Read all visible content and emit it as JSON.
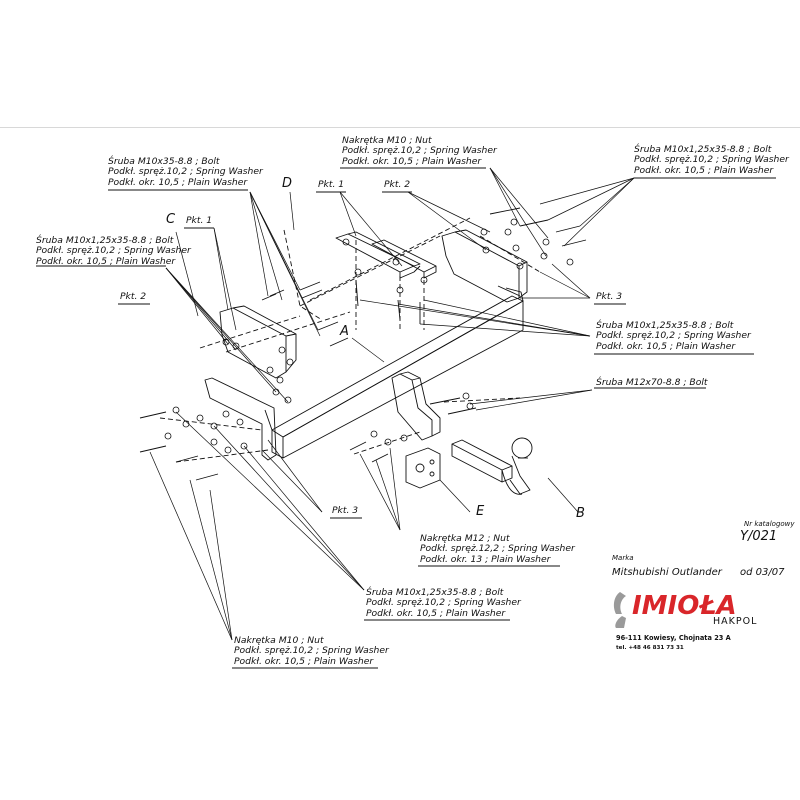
{
  "callouts": {
    "nut_top": [
      "Nakrętka  M10 ; Nut",
      "Podkł. spręż.10,2 ; Spring Washer",
      "Podkł. okr. 10,5 ; Plain Washer"
    ],
    "bolt_topright": [
      "Śruba M10x1,25x35-8.8 ;  Bolt",
      "Podkł. spręż.10,2 ; Spring Washer",
      "Podkł. okr. 10,5 ; Plain Washer"
    ],
    "bolt_topleft": [
      "Śruba M10x35-8.8 ;  Bolt",
      "Podkł. spręż.10,2 ; Spring Washer",
      "Podkł. okr. 10,5 ; Plain Washer"
    ],
    "bolt_left": [
      "Śruba M10x1,25x35-8.8 ;  Bolt",
      "Podkł. spręż.10,2 ; Spring Washer",
      "Podkł. okr. 10,5 ; Plain Washer"
    ],
    "bolt_right": [
      "Śruba M10x1,25x35-8.8 ;  Bolt",
      "Podkł. spręż.10,2 ; Spring Washer",
      "Podkł. okr. 10,5 ; Plain Washer"
    ],
    "bolt_m12": [
      "Śruba M12x70-8.8 ;  Bolt"
    ],
    "nut_m12": [
      "Nakrętka  M12 ; Nut",
      "Podkł. spręż.12,2 ; Spring Washer",
      "Podkł. okr. 13 ; Plain Washer"
    ],
    "bolt_bottom": [
      "Śruba M10x1,25x35-8.8 ;  Bolt",
      "Podkł. spręż.10,2 ; Spring Washer",
      "Podkł. okr. 10,5 ; Plain Washer"
    ],
    "nut_bottom": [
      "Nakrętka  M10 ; Nut",
      "Podkł. spręż.10,2 ; Spring Washer",
      "Podkł. okr. 10,5 ; Plain Washer"
    ]
  },
  "points": {
    "pkt1_top": "Pkt. 1",
    "pkt2_top": "Pkt. 2",
    "pkt1_left": "Pkt. 1",
    "pkt2_left": "Pkt. 2",
    "pkt3_right": "Pkt. 3",
    "pkt3_bottom": "Pkt. 3"
  },
  "letters": {
    "a": "A",
    "b": "B",
    "c": "C",
    "d": "D",
    "e": "E"
  },
  "titleblock": {
    "catalog_label": "Nr katalogowy",
    "catalog_number": "Y/021",
    "brand_label": "Marka",
    "model": "Mitshubishi Outlander",
    "year": "od 03/07",
    "logo_main": "IMIOŁA",
    "logo_sub": "HAKPOL",
    "address": "96-111 Kowiesy, Chojnata 23 A",
    "phone": "tel. +48 46 831 73 31"
  },
  "colors": {
    "ink": "#111111",
    "logo_red": "#d9262a",
    "logo_grey": "#9a9a9a"
  }
}
